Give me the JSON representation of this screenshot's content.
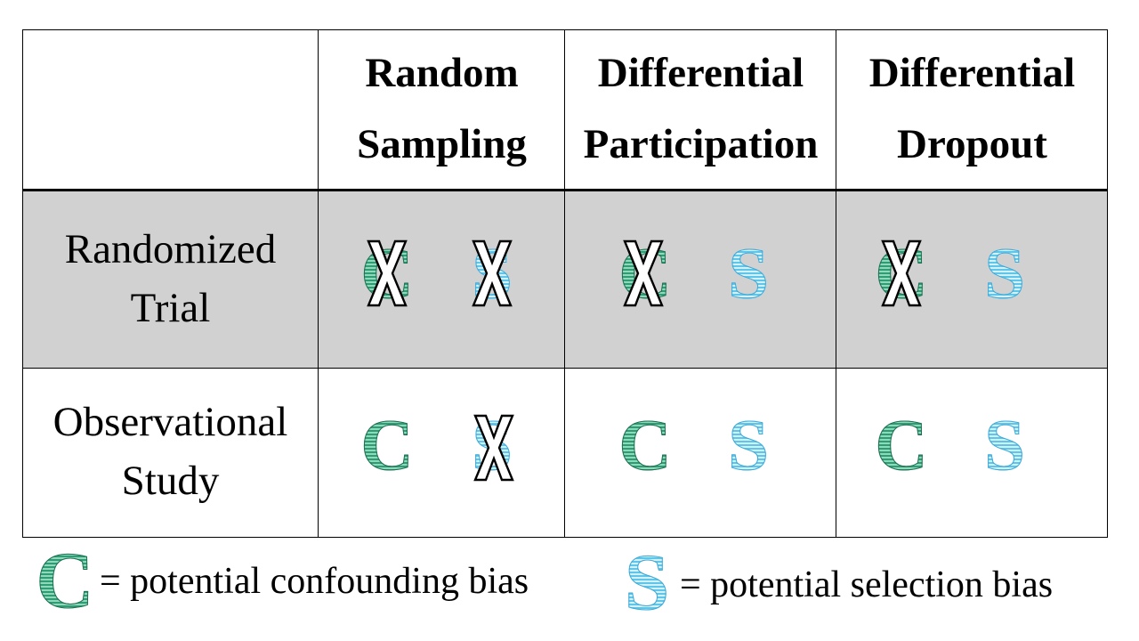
{
  "table": {
    "col_headers": [
      {
        "line1": "Random",
        "line2": "Sampling"
      },
      {
        "line1": "Differential",
        "line2": "Participation"
      },
      {
        "line1": "Differential",
        "line2": "Dropout"
      }
    ],
    "rows": [
      {
        "label_line1": "Randomized",
        "label_line2": "Trial",
        "shaded": true,
        "cells": [
          {
            "confounding_letter": "C",
            "confounding_crossed": true,
            "selection_letter": "S",
            "selection_crossed": true
          },
          {
            "confounding_letter": "C",
            "confounding_crossed": true,
            "selection_letter": "S",
            "selection_crossed": false
          },
          {
            "confounding_letter": "C",
            "confounding_crossed": true,
            "selection_letter": "S",
            "selection_crossed": false
          }
        ]
      },
      {
        "label_line1": "Observational",
        "label_line2": "Study",
        "shaded": false,
        "cells": [
          {
            "confounding_letter": "C",
            "confounding_crossed": false,
            "selection_letter": "S",
            "selection_crossed": true
          },
          {
            "confounding_letter": "C",
            "confounding_crossed": false,
            "selection_letter": "S",
            "selection_crossed": false
          },
          {
            "confounding_letter": "C",
            "confounding_crossed": false,
            "selection_letter": "S",
            "selection_crossed": false
          }
        ]
      }
    ]
  },
  "legend": {
    "confounding_letter": "C",
    "confounding_text": "= potential confounding bias",
    "selection_letter": "S",
    "selection_text": "= potential selection bias"
  },
  "colors": {
    "confounding": "#2f9c76",
    "selection": "#5fc6ea",
    "shaded_row": "#d1d1d1"
  }
}
